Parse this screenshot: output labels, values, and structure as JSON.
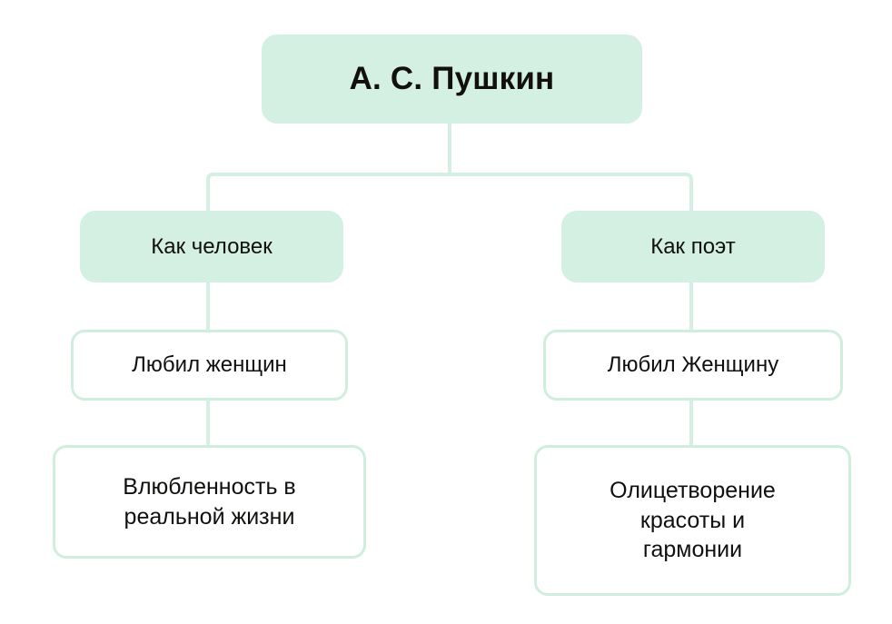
{
  "diagram": {
    "title": "А. С. Пушкин",
    "theme": {
      "background": "#ffffff",
      "fill": "#d4f0e2",
      "border": "#cfeede",
      "connector": "#d4f0e2",
      "text": "#12100e"
    },
    "nodes": {
      "root": {
        "label": "А. С. Пушкин"
      },
      "branch_left": {
        "label": "Как человек"
      },
      "branch_right": {
        "label": "Как поэт"
      },
      "left_child": {
        "label": "Любил женщин"
      },
      "right_child": {
        "label": "Любил Женщину"
      },
      "left_leaf": {
        "label": "Влюбленность в\nреальной жизни"
      },
      "right_leaf": {
        "label": "Олицетворение\nкрасоты и\nгармонии"
      }
    }
  }
}
